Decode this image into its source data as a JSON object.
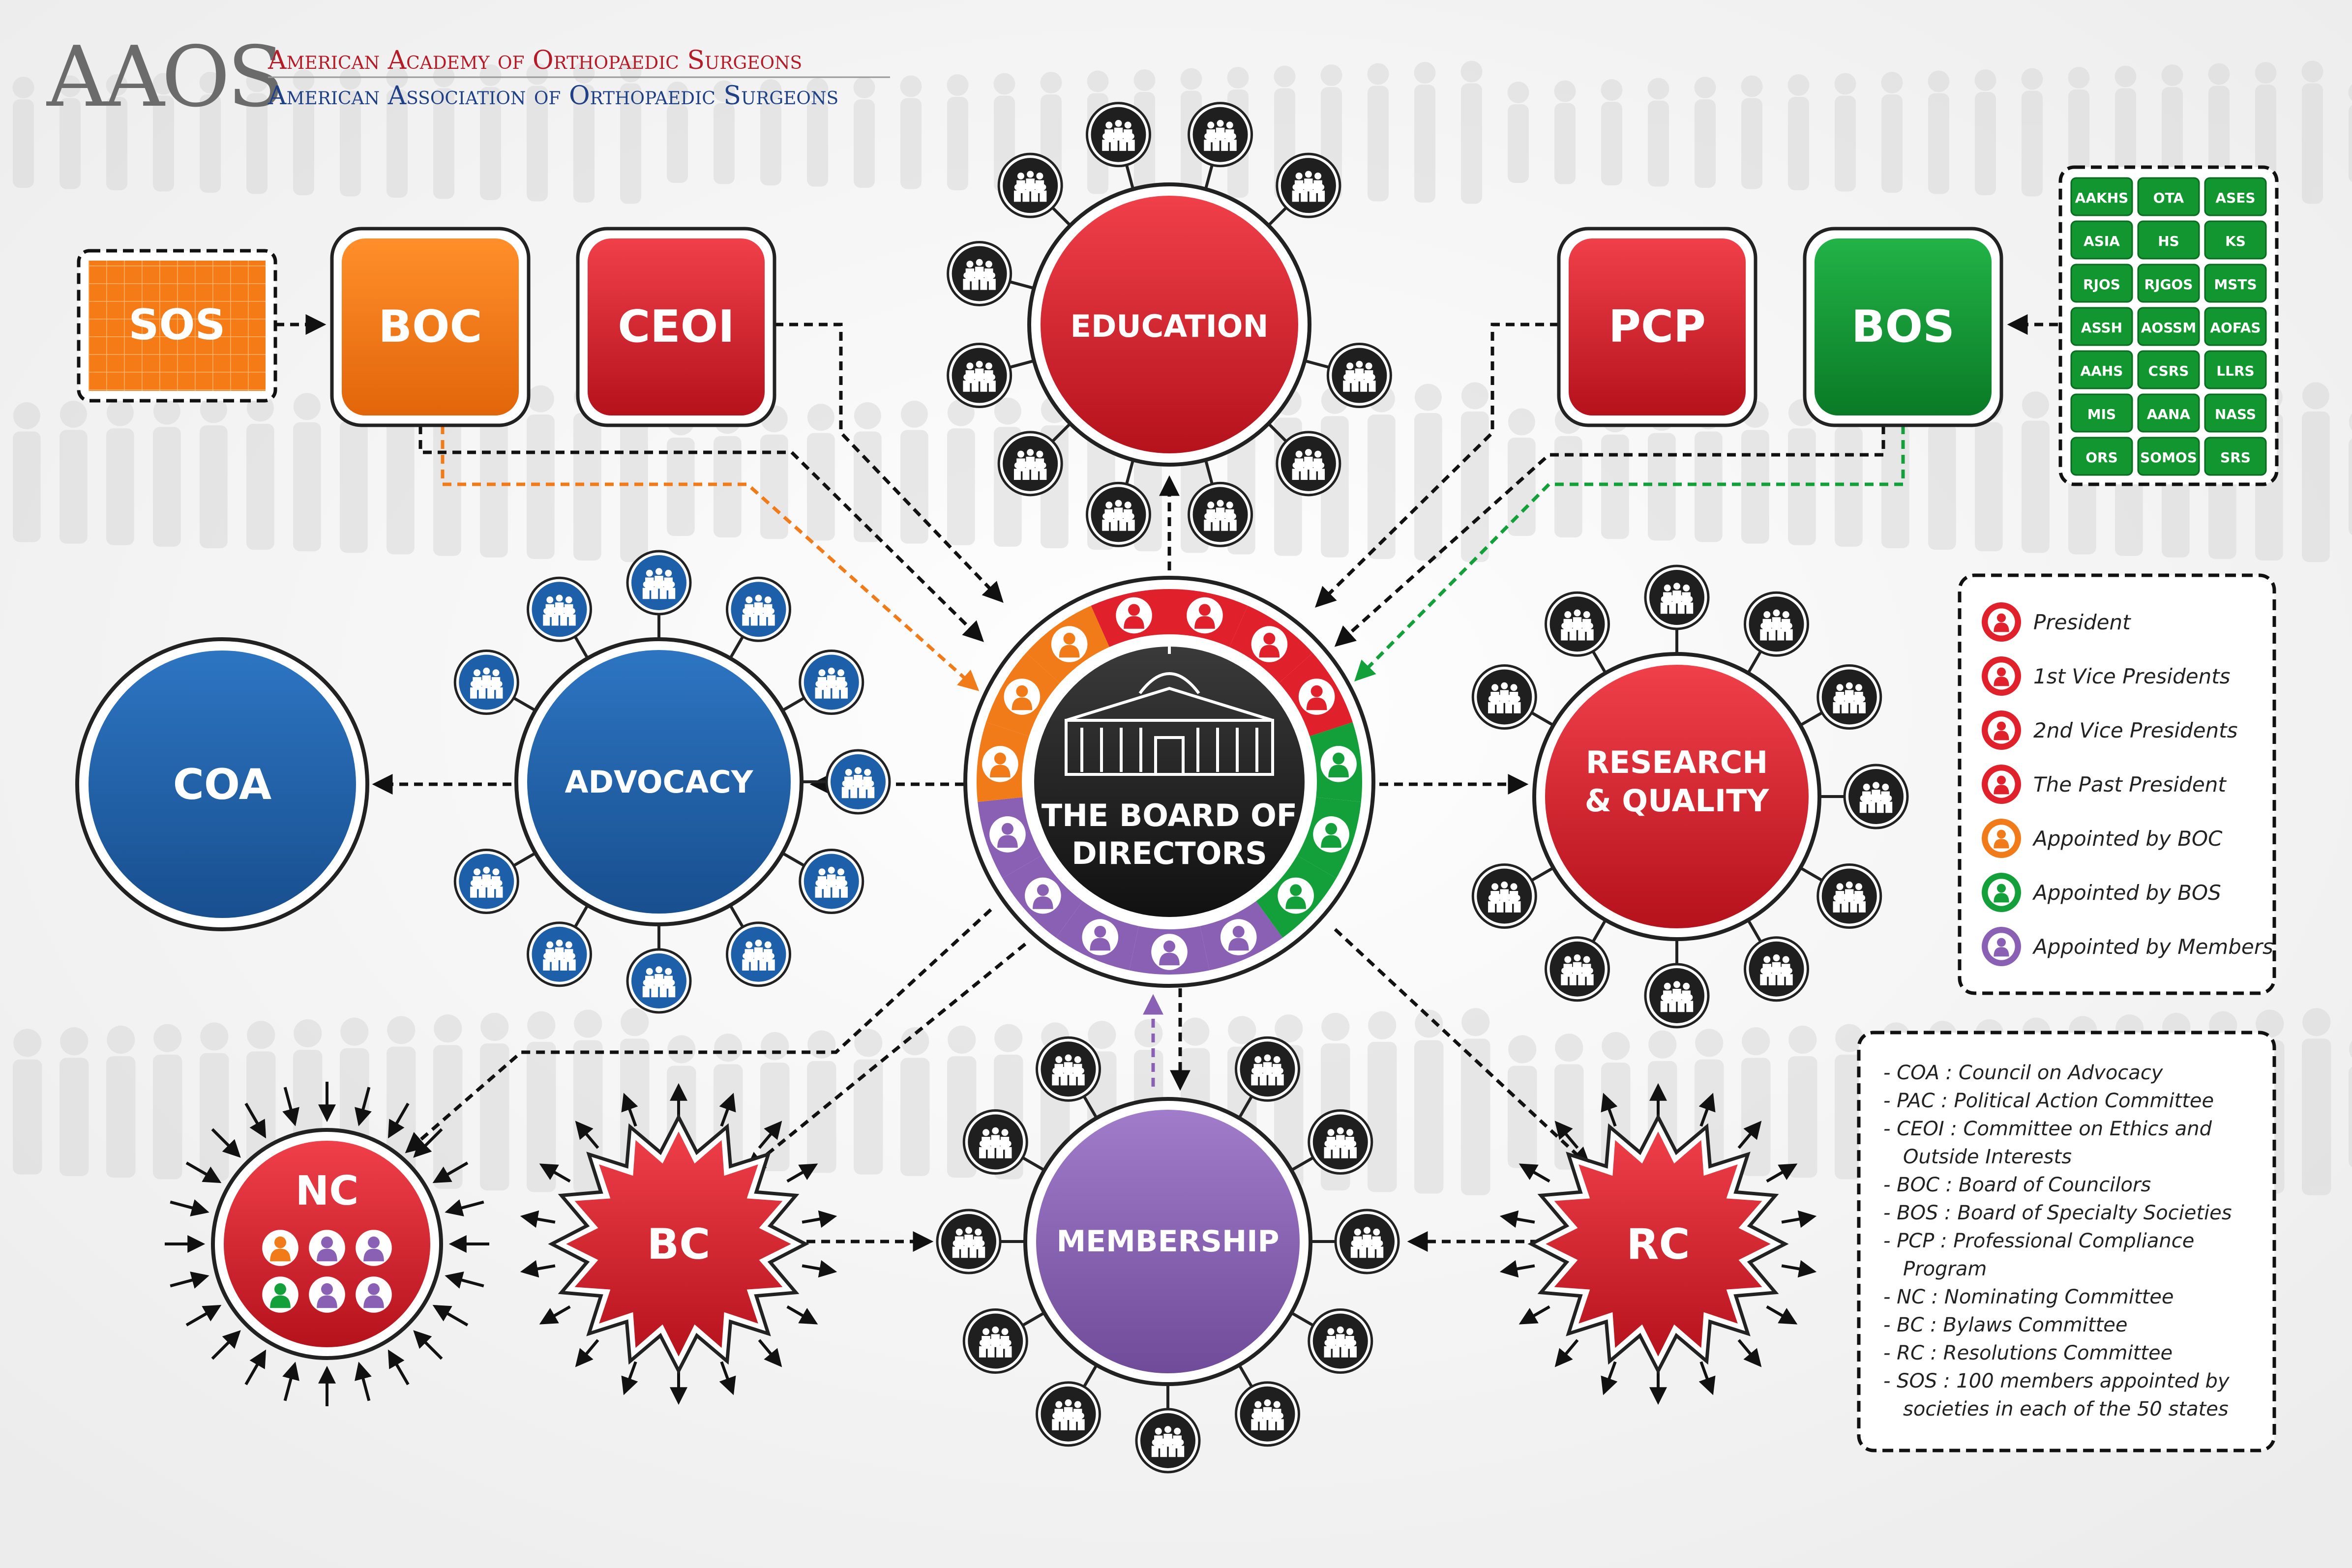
{
  "logo": {
    "mark": "AAOS",
    "line1": "American Academy of Orthopaedic Surgeons",
    "line2": "American Association of Orthopaedic Surgeons"
  },
  "board": {
    "label_line1": "THE BOARD OF",
    "label_line2": "DIRECTORS",
    "icon": "capitol-building-icon",
    "seats": [
      {
        "role": "President",
        "color": "#e0202a"
      },
      {
        "role": "President",
        "color": "#e0202a"
      },
      {
        "role": "President",
        "color": "#e0202a"
      },
      {
        "role": "President",
        "color": "#e0202a"
      },
      {
        "role": "Appointed by BOS",
        "color": "#13a03a"
      },
      {
        "role": "Appointed by BOS",
        "color": "#13a03a"
      },
      {
        "role": "Appointed by BOS",
        "color": "#13a03a"
      },
      {
        "role": "Appointed by Members",
        "color": "#8a60b4"
      },
      {
        "role": "Appointed by Members",
        "color": "#8a60b4"
      },
      {
        "role": "Appointed by Members",
        "color": "#8a60b4"
      },
      {
        "role": "Appointed by Members",
        "color": "#8a60b4"
      },
      {
        "role": "Appointed by Members",
        "color": "#8a60b4"
      },
      {
        "role": "Appointed by BOC",
        "color": "#f07b18"
      },
      {
        "role": "Appointed by BOC",
        "color": "#f07b18"
      },
      {
        "role": "Appointed by BOC",
        "color": "#f07b18"
      }
    ]
  },
  "top_boxes": {
    "sos": "SOS",
    "boc": "BOC",
    "ceoi": "CEOI",
    "pcp": "PCP",
    "bos": "BOS"
  },
  "hubs": {
    "education": "EDUCATION",
    "advocacy": "ADVOCACY",
    "coa": "COA",
    "research_line1": "RESEARCH",
    "research_line2": "& QUALITY",
    "membership": "MEMBERSHIP",
    "nc": "NC",
    "bc": "BC",
    "rc": "RC"
  },
  "nc_seats": [
    {
      "role": "Appointed by BOC",
      "color": "#f07b18"
    },
    {
      "role": "Appointed by Members",
      "color": "#8a60b4"
    },
    {
      "role": "Appointed by Members",
      "color": "#8a60b4"
    },
    {
      "role": "Appointed by BOS",
      "color": "#13a03a"
    },
    {
      "role": "Appointed by Members",
      "color": "#8a60b4"
    },
    {
      "role": "Appointed by Members",
      "color": "#8a60b4"
    }
  ],
  "societies": [
    "AAKHS",
    "OTA",
    "ASES",
    "ASIA",
    "HS",
    "KS",
    "RJOS",
    "RJGOS",
    "MSTS",
    "ASSH",
    "AOSSM",
    "AOFAS",
    "AAHS",
    "CSRS",
    "LLRS",
    "MIS",
    "AANA",
    "NASS",
    "ORS",
    "SOMOS",
    "SRS"
  ],
  "legend": [
    {
      "label": "President",
      "color": "#e0202a"
    },
    {
      "label": "1st Vice Presidents",
      "color": "#e0202a"
    },
    {
      "label": "2nd Vice Presidents",
      "color": "#e0202a"
    },
    {
      "label": "The Past President",
      "color": "#e0202a"
    },
    {
      "label": "Appointed by BOC",
      "color": "#f07b18"
    },
    {
      "label": "Appointed by BOS",
      "color": "#13a03a"
    },
    {
      "label": "Appointed by Members",
      "color": "#8a60b4"
    }
  ],
  "glossary": [
    [
      "- COA : Council on Advocacy"
    ],
    [
      "- PAC : Political Action Committee"
    ],
    [
      "- CEOI : Committee on Ethics and",
      "Outside Interests"
    ],
    [
      "- BOC : Board of Councilors"
    ],
    [
      "- BOS : Board of Specialty Societies"
    ],
    [
      "- PCP : Professional Compliance",
      "Program"
    ],
    [
      "- NC : Nominating Committee"
    ],
    [
      "- BC : Bylaws Committee"
    ],
    [
      "- RC : Resolutions Committee"
    ],
    [
      "- SOS : 100 members appointed by",
      "societies in each of the 50 states"
    ]
  ],
  "colors": {
    "red": "#d81f2a",
    "orange": "#f47b16",
    "green": "#12962f",
    "blue": "#1d5fa8",
    "purple": "#8a63b5",
    "black_node": "#1f1f1f"
  },
  "icons": {
    "group": "people-group-icon",
    "person": "person-icon"
  }
}
